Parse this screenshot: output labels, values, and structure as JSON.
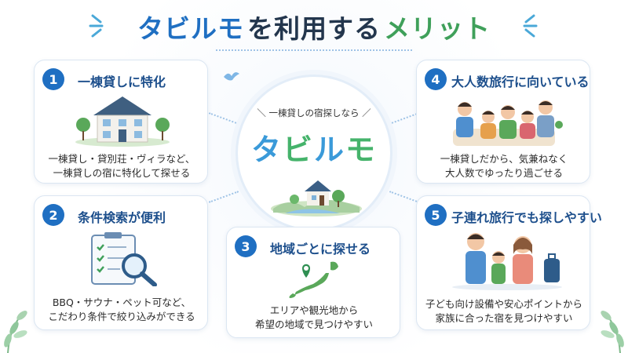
{
  "title": {
    "part1": "タビルモ",
    "part2": "を利用する",
    "part3": "メリット"
  },
  "center": {
    "subtitle": "＼ 一棟貸しの宿探しなら ／",
    "logo_a": "タ",
    "logo_b": "ビ",
    "logo_c": "ル",
    "logo_d": "モ"
  },
  "cards": [
    {
      "num": "1",
      "title": "一棟貸しに特化",
      "desc1": "一棟貸し・貸別荘・ヴィラなど、",
      "desc2": "一棟貸しの宿に特化して探せる"
    },
    {
      "num": "2",
      "title": "条件検索が便利",
      "desc1": "BBQ・サウナ・ペット可など、",
      "desc2": "こだわり条件で絞り込みができる"
    },
    {
      "num": "3",
      "title": "地域ごとに探せる",
      "desc1": "エリアや観光地から",
      "desc2": "希望の地域で見つけやすい"
    },
    {
      "num": "4",
      "title": "大人数旅行に向いている",
      "desc1": "一棟貸しだから、気兼ねなく",
      "desc2": "大人数でゆったり過ごせる"
    },
    {
      "num": "5",
      "title": "子連れ旅行でも探しやすい",
      "desc1": "子ども向け設備や安心ポイントから",
      "desc2": "家族に合った宿を見つけやすい"
    }
  ],
  "colors": {
    "primary_blue": "#1f6fc2",
    "accent_green": "#3fa05a",
    "dark_text": "#23364d"
  }
}
